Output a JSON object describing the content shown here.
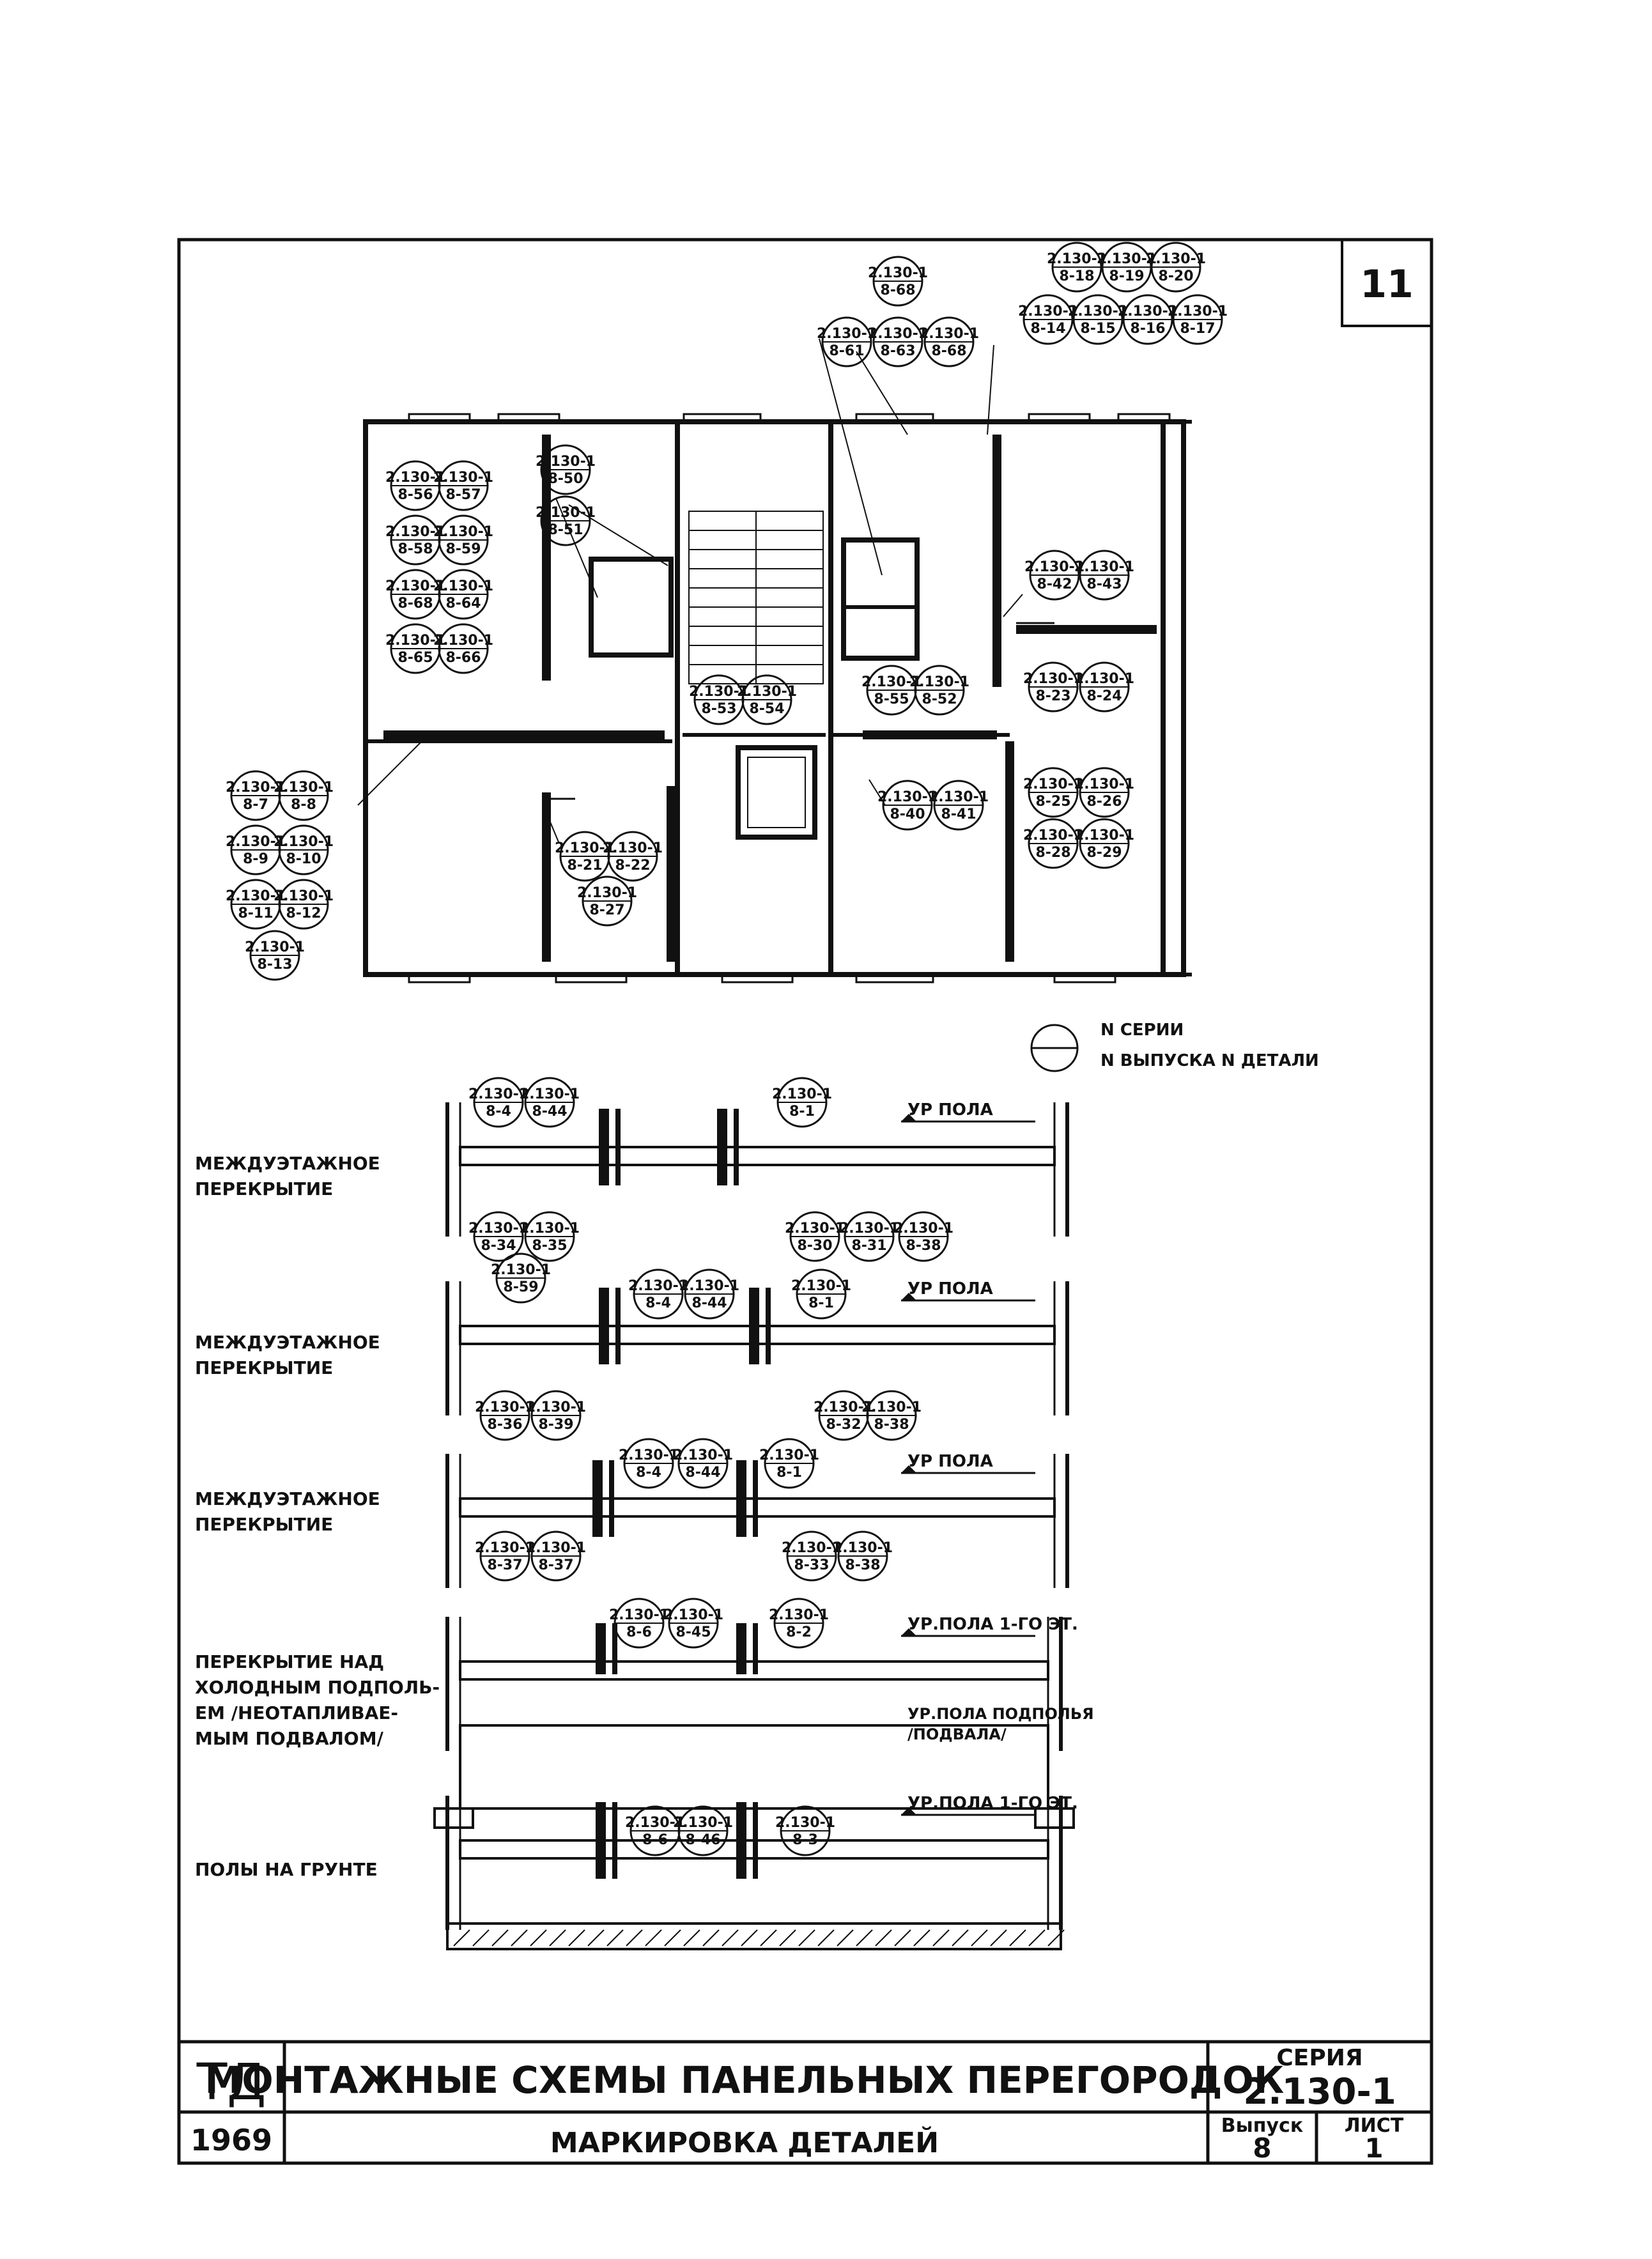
{
  "sheet_number": "11",
  "legend": {
    "line1": "N СЕРИИ",
    "line2": "N ВЫПУСКА N ДЕТАЛИ"
  },
  "plan_bubbles": [
    [
      "2.130-1",
      "8-68"
    ],
    [
      "2.130-1",
      "8-18"
    ],
    [
      "2.130-1",
      "8-19"
    ],
    [
      "2.130-1",
      "8-20"
    ],
    [
      "2.130-1",
      "8-14"
    ],
    [
      "2.130-1",
      "8-15"
    ],
    [
      "2.130-1",
      "8-16"
    ],
    [
      "2.130-1",
      "8-17"
    ],
    [
      "2.130-1",
      "8-61"
    ],
    [
      "2.130-1",
      "8-63"
    ],
    [
      "2.130-1",
      "8-68"
    ],
    [
      "2.130-1",
      "8-56"
    ],
    [
      "2.130-1",
      "8-57"
    ],
    [
      "2.130-1",
      "8-58"
    ],
    [
      "2.130-1",
      "8-59"
    ],
    [
      "2.130-1",
      "8-68"
    ],
    [
      "2.130-1",
      "8-64"
    ],
    [
      "2.130-1",
      "8-65"
    ],
    [
      "2.130-1",
      "8-66"
    ],
    [
      "2.130-1",
      "8-50"
    ],
    [
      "2.130-1",
      "8-51"
    ],
    [
      "2.130-1",
      "8-53"
    ],
    [
      "2.130-1",
      "8-54"
    ],
    [
      "2.130-1",
      "8-55"
    ],
    [
      "2.130-1",
      "8-52"
    ],
    [
      "2.130-1",
      "8-42"
    ],
    [
      "2.130-1",
      "8-43"
    ],
    [
      "2.130-1",
      "8-23"
    ],
    [
      "2.130-1",
      "8-24"
    ],
    [
      "2.130-1",
      "8-25"
    ],
    [
      "2.130-1",
      "8-26"
    ],
    [
      "2.130-1",
      "8-28"
    ],
    [
      "2.130-1",
      "8-29"
    ],
    [
      "2.130-1",
      "8-40"
    ],
    [
      "2.130-1",
      "8-41"
    ],
    [
      "2.130-1",
      "8-21"
    ],
    [
      "2.130-1",
      "8-22"
    ],
    [
      "2.130-1",
      "8-27"
    ],
    [
      "2.130-1",
      "8-7"
    ],
    [
      "2.130-1",
      "8-8"
    ],
    [
      "2.130-1",
      "8-9"
    ],
    [
      "2.130-1",
      "8-10"
    ],
    [
      "2.130-1",
      "8-11"
    ],
    [
      "2.130-1",
      "8-12"
    ],
    [
      "2.130-1",
      "8-13"
    ]
  ],
  "sections": [
    {
      "label": [
        "МЕЖДУЭТАЖНОЕ",
        "ПЕРЕКРЫТИЕ"
      ],
      "level": "УР ПОЛА",
      "top_left": [
        [
          "2.130-1",
          "8-4"
        ],
        [
          "2.130-1",
          "8-44"
        ]
      ],
      "top_right": [
        [
          "2.130-1",
          "8-1"
        ]
      ],
      "bottom_left": [
        [
          "2.130-1",
          "8-34"
        ],
        [
          "2.130-1",
          "8-35"
        ],
        [
          "2.130-1",
          "8-59"
        ]
      ],
      "bottom_right": [
        [
          "2.130-1",
          "8-30"
        ],
        [
          "2.130-1",
          "8-31"
        ],
        [
          "2.130-1",
          "8-38"
        ]
      ]
    },
    {
      "label": [
        "МЕЖДУЭТАЖНОЕ",
        "ПЕРЕКРЫТИЕ"
      ],
      "level": "УР ПОЛА",
      "top_left": [
        [
          "2.130-1",
          "8-4"
        ],
        [
          "2.130-1",
          "8-44"
        ]
      ],
      "top_right": [
        [
          "2.130-1",
          "8-1"
        ]
      ],
      "bottom_left": [
        [
          "2.130-1",
          "8-36"
        ],
        [
          "2.130-1",
          "8-39"
        ]
      ],
      "bottom_right": [
        [
          "2.130-1",
          "8-32"
        ],
        [
          "2.130-1",
          "8-38"
        ]
      ]
    },
    {
      "label": [
        "МЕЖДУЭТАЖНОЕ",
        "ПЕРЕКРЫТИЕ"
      ],
      "level": "УР ПОЛА",
      "top_left": [
        [
          "2.130-1",
          "8-4"
        ],
        [
          "2.130-1",
          "8-44"
        ]
      ],
      "top_right": [
        [
          "2.130-1",
          "8-1"
        ]
      ],
      "bottom_left": [
        [
          "2.130-1",
          "8-37"
        ],
        [
          "2.130-1",
          "8-37"
        ]
      ],
      "bottom_right": [
        [
          "2.130-1",
          "8-33"
        ],
        [
          "2.130-1",
          "8-38"
        ]
      ]
    },
    {
      "label": [
        "ПЕРЕКРЫТИЕ НАД",
        "ХОЛОДНЫМ ПОДПОЛЬ-",
        "ЕМ /НЕОТАПЛИВАЕ-",
        "МЫМ ПОДВАЛОМ/"
      ],
      "level": "УР.ПОЛА 1-ГО ЭТ.",
      "level2": [
        "УР.ПОЛА ПОДПОЛЬЯ",
        "/ПОДВАЛА/"
      ],
      "top_left": [
        [
          "2.130-1",
          "8-6"
        ],
        [
          "2.130-1",
          "8-45"
        ]
      ],
      "top_right": [
        [
          "2.130-1",
          "8-2"
        ]
      ]
    },
    {
      "label": [
        "ПОЛЫ НА ГРУНТЕ"
      ],
      "level": "УР.ПОЛА 1-ГО ЭТ.",
      "top_left": [
        [
          "2.130-1",
          "8-6"
        ],
        [
          "2.130-1",
          "8-46"
        ]
      ],
      "top_right": [
        [
          "2.130-1",
          "8-3"
        ]
      ]
    }
  ],
  "title_block": {
    "org": "ТД",
    "year": "1969",
    "title": "МОНТАЖНЫЕ СХЕМЫ ПАНЕЛЬНЫХ ПЕРЕГОРОДОК",
    "subtitle": "МАРКИРОВКА ДЕТАЛЕЙ",
    "series_label": "СЕРИЯ",
    "series_value": "2.130-1",
    "issue_label": "Выпуск",
    "issue_value": "8",
    "sheet_label": "ЛИСТ",
    "sheet_value": "1"
  }
}
